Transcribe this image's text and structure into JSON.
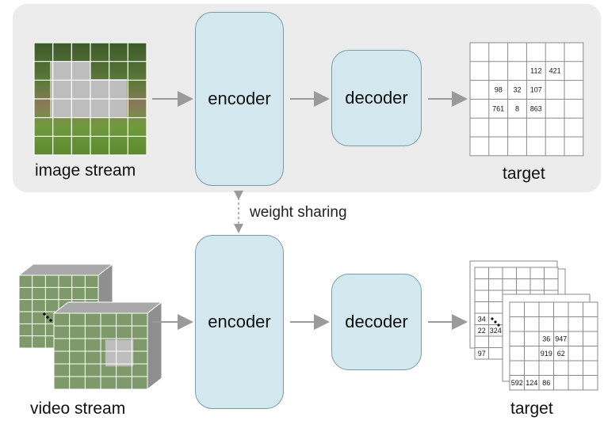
{
  "image_stream": {
    "label": "image stream",
    "encoder_label": "encoder",
    "decoder_label": "decoder",
    "target_label": "target",
    "target_cells": [
      {
        "r": 1,
        "c": 3,
        "v": "112"
      },
      {
        "r": 1,
        "c": 4,
        "v": "421"
      },
      {
        "r": 2,
        "c": 1,
        "v": "98"
      },
      {
        "r": 2,
        "c": 2,
        "v": "32"
      },
      {
        "r": 2,
        "c": 3,
        "v": "107"
      },
      {
        "r": 3,
        "c": 1,
        "v": "761"
      },
      {
        "r": 3,
        "c": 2,
        "v": "8"
      },
      {
        "r": 3,
        "c": 3,
        "v": "863"
      }
    ]
  },
  "weight_sharing": {
    "label": "weight sharing"
  },
  "video_stream": {
    "label": "video stream",
    "encoder_label": "encoder",
    "decoder_label": "decoder",
    "target_label": "target",
    "back_target_cells": [
      {
        "r": 4,
        "c": 0,
        "v": "34"
      },
      {
        "r": 5,
        "c": 0,
        "v": "22"
      },
      {
        "r": 5,
        "c": 1,
        "v": "324"
      },
      {
        "r": 7,
        "c": 0,
        "v": "97"
      }
    ],
    "front_target_cells": [
      {
        "r": 2,
        "c": 2,
        "v": "36"
      },
      {
        "r": 2,
        "c": 3,
        "v": "947"
      },
      {
        "r": 3,
        "c": 2,
        "v": "919"
      },
      {
        "r": 3,
        "c": 3,
        "v": "62"
      },
      {
        "r": 5,
        "c": 0,
        "v": "592"
      },
      {
        "r": 5,
        "c": 1,
        "v": "124"
      },
      {
        "r": 5,
        "c": 2,
        "v": "86"
      }
    ]
  },
  "colors": {
    "box_fill": "#d4e8f0",
    "box_border": "#7a9aa8",
    "panel": "#ececec",
    "arrow": "#9a9a9a",
    "mask": "#bdbdbd"
  }
}
